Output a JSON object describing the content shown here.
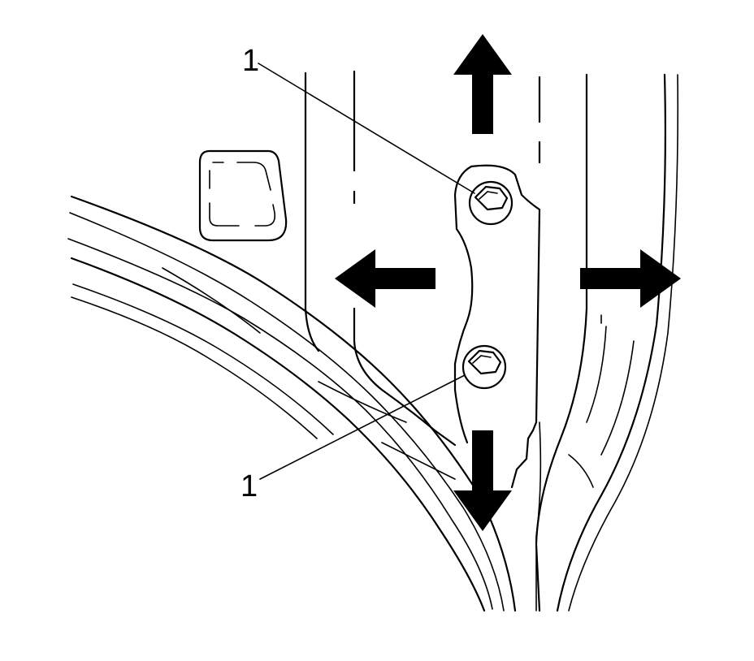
{
  "diagram": {
    "callouts": [
      {
        "id": "top",
        "label": "1",
        "points_to": "upper-bolt"
      },
      {
        "id": "bottom",
        "label": "1",
        "points_to": "lower-bolt"
      }
    ],
    "arrows": [
      "up",
      "left",
      "right",
      "down"
    ],
    "colors": {
      "line": "#000000",
      "background": "#ffffff"
    }
  }
}
